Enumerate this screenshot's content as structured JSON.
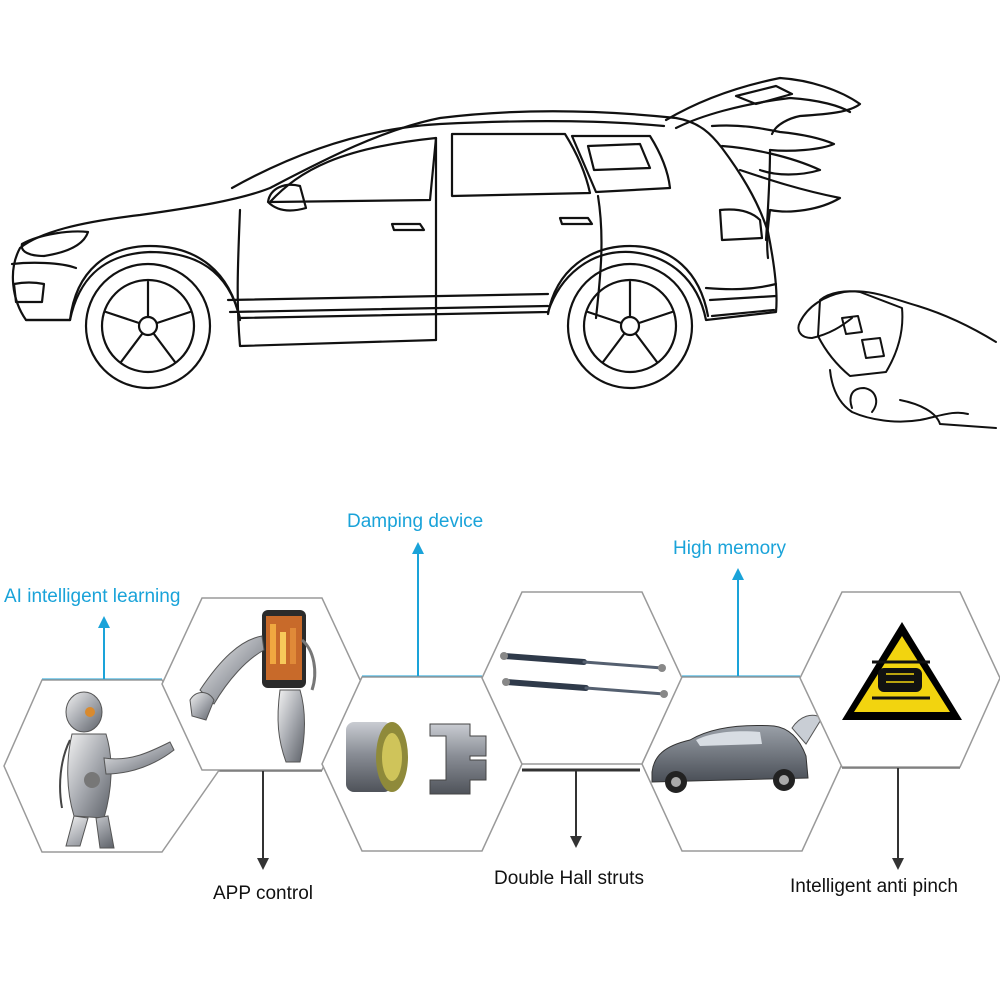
{
  "features_top": [
    {
      "id": "ai",
      "label": "AI intelligent learning"
    },
    {
      "id": "damping",
      "label": "Damping device"
    },
    {
      "id": "memory",
      "label": "High memory"
    }
  ],
  "features_bottom": [
    {
      "id": "app",
      "label": "APP control"
    },
    {
      "id": "hall",
      "label": "Double Hall struts"
    },
    {
      "id": "pinch",
      "label": "Intelligent anti pinch"
    }
  ],
  "colors": {
    "accent_blue": "#1aa3d9",
    "connector_dark": "#333333",
    "hex_border": "#9a9a9a",
    "warning_yellow": "#f2d40f"
  },
  "icons": [
    "robot-image",
    "robot-phone-image",
    "damping-coupling-image",
    "gas-struts-image",
    "suv-open-tailgate-image",
    "anti-pinch-warning-icon",
    "car-key-fob-icon"
  ]
}
